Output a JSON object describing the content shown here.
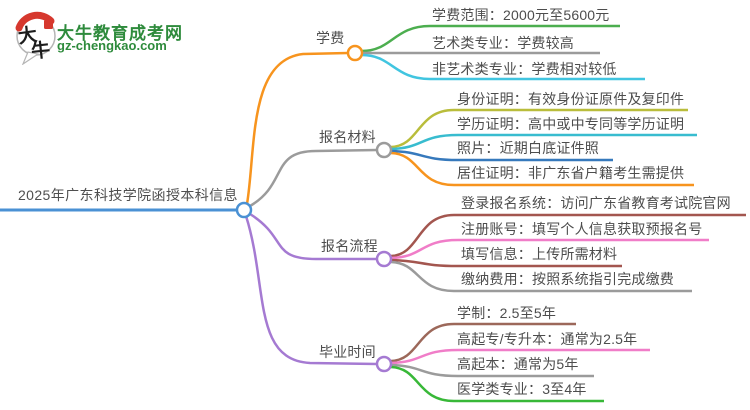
{
  "logo": {
    "icon_char1": "大",
    "icon_char2": "牛",
    "site_name": "大牛教育成考网",
    "site_url": "gz-chengkao.com",
    "brand_green": "#2e8b3c",
    "accent_red": "#d6382e"
  },
  "central": {
    "title": "2025年广东科技学院函授本科信息",
    "color": "#4a91d4",
    "text_color": "#4d4d4d"
  },
  "branches": [
    {
      "label": "学费",
      "color": "#f7941e",
      "children": [
        {
          "text": "学费范围：2000元至5600元",
          "color": "#4cae4f"
        },
        {
          "text": "艺术类专业：学费较高",
          "color": "#9b9b9b"
        },
        {
          "text": "非艺术类专业：学费相对较低",
          "color": "#41c5e0"
        }
      ]
    },
    {
      "label": "报名材料",
      "color": "#9b9b9b",
      "children": [
        {
          "text": "身份证明：有效身份证原件及复印件",
          "color": "#b9bd3b"
        },
        {
          "text": "学历证明：高中或中专同等学历证明",
          "color": "#38bccf"
        },
        {
          "text": "照片：近期白底证件照",
          "color": "#3679bc"
        },
        {
          "text": "居住证明：非广东省户籍考生需提供",
          "color": "#f7941e"
        }
      ]
    },
    {
      "label": "报名流程",
      "color": "#a57ad2",
      "children": [
        {
          "text": "登录报名系统：访问广东省教育考试院官网",
          "color": "#a3564f"
        },
        {
          "text": "注册账号：填写个人信息获取预报名号",
          "color": "#f07dc8"
        },
        {
          "text": "填写信息：上传所需材料",
          "color": "#a3564f"
        },
        {
          "text": "缴纳费用：按照系统指引完成缴费",
          "color": "#9b9b9b"
        }
      ]
    },
    {
      "label": "毕业时间",
      "color": "#a57ad2",
      "children": [
        {
          "text": "学制：2.5至5年",
          "color": "#9c685a"
        },
        {
          "text": "高起专/专升本：通常为2.5年",
          "color": "#f07dc8"
        },
        {
          "text": "高起本：通常为5年",
          "color": "#9b9b9b"
        },
        {
          "text": "医学类专业：3至4年",
          "color": "#38b838"
        }
      ]
    }
  ]
}
